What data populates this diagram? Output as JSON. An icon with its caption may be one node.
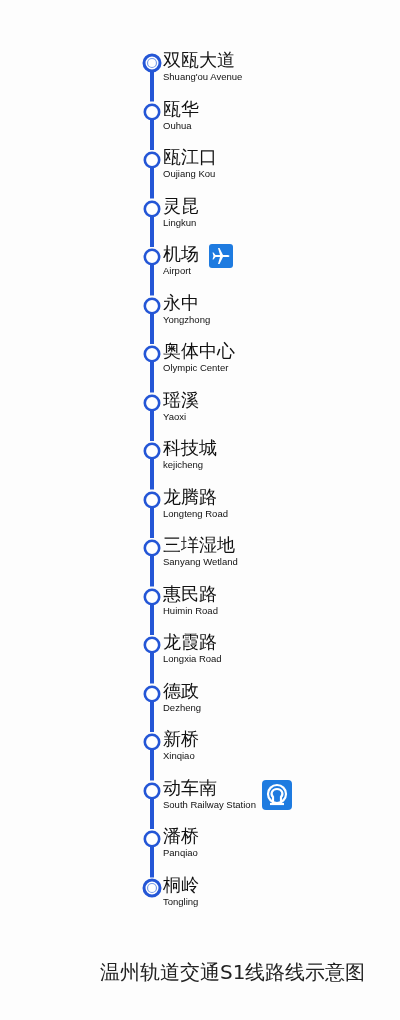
{
  "diagram": {
    "caption": "温州轨道交通S1线路线示意图",
    "nodes": [
      {
        "text": [
          "双瓯大道",
          "Shuang'ou Avenue"
        ]
      },
      {
        "text": [
          "瓯华",
          "Ouhua"
        ]
      },
      {
        "text": [
          "瓯江口",
          "Oujiang Kou"
        ]
      },
      {
        "text": [
          "灵昆",
          "Lingkun"
        ]
      },
      {
        "text": [
          "机场",
          "Airport"
        ]
      },
      {
        "text": [
          "永中",
          "Yongzhong"
        ]
      },
      {
        "text": [
          "奥体中心",
          "Olympic Center"
        ]
      },
      {
        "text": [
          "瑶溪",
          "Yaoxi"
        ]
      },
      {
        "text": [
          "科技城",
          "kejicheng"
        ]
      },
      {
        "text": [
          "龙腾路",
          "Longteng Road"
        ]
      },
      {
        "text": [
          "三垟湿地",
          "Sanyang Wetland"
        ]
      },
      {
        "text": [
          "惠民路",
          "Huimin Road"
        ]
      },
      {
        "text": [
          "龙霞路",
          "Longxia Road"
        ]
      },
      {
        "text": [
          "德政",
          "Dezheng"
        ]
      },
      {
        "text": [
          "新桥",
          "Xinqiao"
        ]
      },
      {
        "text": [
          "动车南",
          "South Railway Station"
        ]
      },
      {
        "text": [
          "潘桥",
          "Panqiao"
        ]
      },
      {
        "text": [
          "桐岭",
          "Tongling"
        ]
      }
    ],
    "edges": [
      {
        "from": 0,
        "to": 1,
        "arrow": "none"
      },
      {
        "from": 1,
        "to": 2,
        "arrow": "none"
      },
      {
        "from": 2,
        "to": 3,
        "arrow": "none"
      },
      {
        "from": 3,
        "to": 4,
        "arrow": "none"
      },
      {
        "from": 4,
        "to": 5,
        "arrow": "none"
      },
      {
        "from": 5,
        "to": 6,
        "arrow": "none"
      },
      {
        "from": 6,
        "to": 7,
        "arrow": "none"
      },
      {
        "from": 7,
        "to": 8,
        "arrow": "none"
      },
      {
        "from": 8,
        "to": 9,
        "arrow": "none"
      },
      {
        "from": 9,
        "to": 10,
        "arrow": "none"
      },
      {
        "from": 10,
        "to": 11,
        "arrow": "none"
      },
      {
        "from": 11,
        "to": 12,
        "arrow": "none"
      },
      {
        "from": 12,
        "to": 13,
        "arrow": "none"
      },
      {
        "from": 13,
        "to": 14,
        "arrow": "none"
      },
      {
        "from": 14,
        "to": 15,
        "arrow": "none"
      },
      {
        "from": 15,
        "to": 16,
        "arrow": "none"
      },
      {
        "from": 16,
        "to": 17,
        "arrow": "none"
      }
    ]
  }
}
